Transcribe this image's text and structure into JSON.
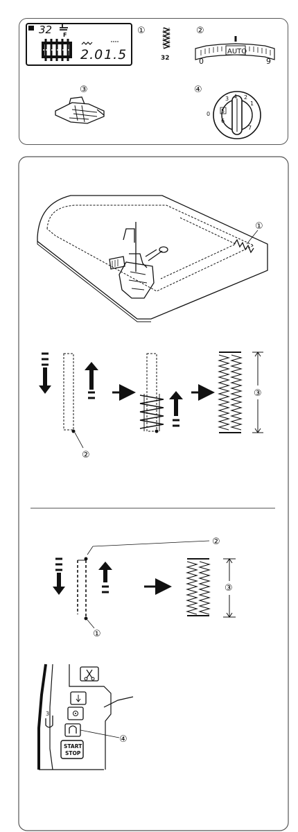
{
  "top_panel": {
    "lcd": {
      "pattern_number": "32",
      "foot_letter": "F",
      "width_value": "2.0",
      "length_value": "1.5"
    },
    "callouts": {
      "c1": "①",
      "c2": "②",
      "c3": "③",
      "c4": "④"
    },
    "stitch_pattern_number": "32",
    "tension_dial": {
      "auto_label": "AUTO",
      "min_label": "0",
      "max_label": "9"
    },
    "selector_dial": {
      "numbers": [
        "1",
        "2",
        "3",
        "4",
        "5",
        "6",
        "7"
      ],
      "boxed_number": "5",
      "side_number": "0"
    }
  },
  "main_panel": {
    "fabric_callout": "①",
    "step_callouts": {
      "start_point": "②",
      "length": "③"
    },
    "lower_callouts": {
      "start_point": "①",
      "reverse_point": "②",
      "length": "③"
    },
    "controls": {
      "callout": "④",
      "start_stop_line1": "START",
      "start_stop_line2": "STOP",
      "foot_number": "3",
      "buttons": [
        "scissors-button",
        "needle-up-down-button",
        "lock-stitch-button",
        "reverse-button"
      ]
    }
  },
  "colors": {
    "ink": "#111111",
    "border": "#555555",
    "lcd_background": "#ffffff"
  }
}
